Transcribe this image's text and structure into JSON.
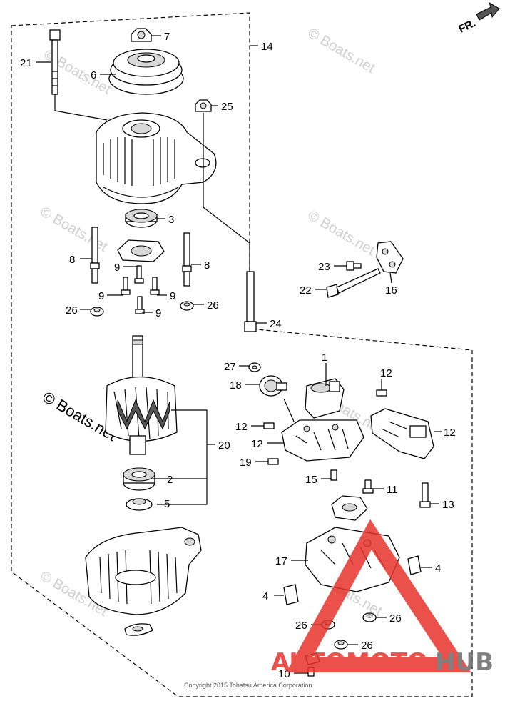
{
  "orientation": {
    "label": "FR."
  },
  "callouts": [
    {
      "id": "c7",
      "text": "7"
    },
    {
      "id": "c14",
      "text": "14"
    },
    {
      "id": "c21",
      "text": "21"
    },
    {
      "id": "c6",
      "text": "6"
    },
    {
      "id": "c25",
      "text": "25"
    },
    {
      "id": "c3",
      "text": "3"
    },
    {
      "id": "c8a",
      "text": "8"
    },
    {
      "id": "c8b",
      "text": "8"
    },
    {
      "id": "c9a",
      "text": "9"
    },
    {
      "id": "c9b",
      "text": "9"
    },
    {
      "id": "c9c",
      "text": "9"
    },
    {
      "id": "c9d",
      "text": "9"
    },
    {
      "id": "c26a",
      "text": "26"
    },
    {
      "id": "c26b",
      "text": "26"
    },
    {
      "id": "c23",
      "text": "23"
    },
    {
      "id": "c22",
      "text": "22"
    },
    {
      "id": "c16",
      "text": "16"
    },
    {
      "id": "c24",
      "text": "24"
    },
    {
      "id": "c1",
      "text": "1"
    },
    {
      "id": "c27",
      "text": "27"
    },
    {
      "id": "c18",
      "text": "18"
    },
    {
      "id": "c12a",
      "text": "12"
    },
    {
      "id": "c12b",
      "text": "12"
    },
    {
      "id": "c12c",
      "text": "12"
    },
    {
      "id": "c12d",
      "text": "12"
    },
    {
      "id": "c20",
      "text": "20"
    },
    {
      "id": "c19",
      "text": "19"
    },
    {
      "id": "c15",
      "text": "15"
    },
    {
      "id": "c11",
      "text": "11"
    },
    {
      "id": "c2",
      "text": "2"
    },
    {
      "id": "c13",
      "text": "13"
    },
    {
      "id": "c5",
      "text": "5"
    },
    {
      "id": "c17",
      "text": "17"
    },
    {
      "id": "c4a",
      "text": "4"
    },
    {
      "id": "c4b",
      "text": "4"
    },
    {
      "id": "c26c",
      "text": "26"
    },
    {
      "id": "c26d",
      "text": "26"
    },
    {
      "id": "c26e",
      "text": "26"
    },
    {
      "id": "c10",
      "text": "10"
    }
  ],
  "watermark": {
    "small": "© Boats.net",
    "large": "© Boats.net"
  },
  "copyright": "Copyright 2015 Tohatsu America Corporation",
  "brand": {
    "part1": "AUTOMOTO",
    "part2": "HUB",
    "color1": "#e8322b",
    "color2": "#6b6b6b"
  }
}
